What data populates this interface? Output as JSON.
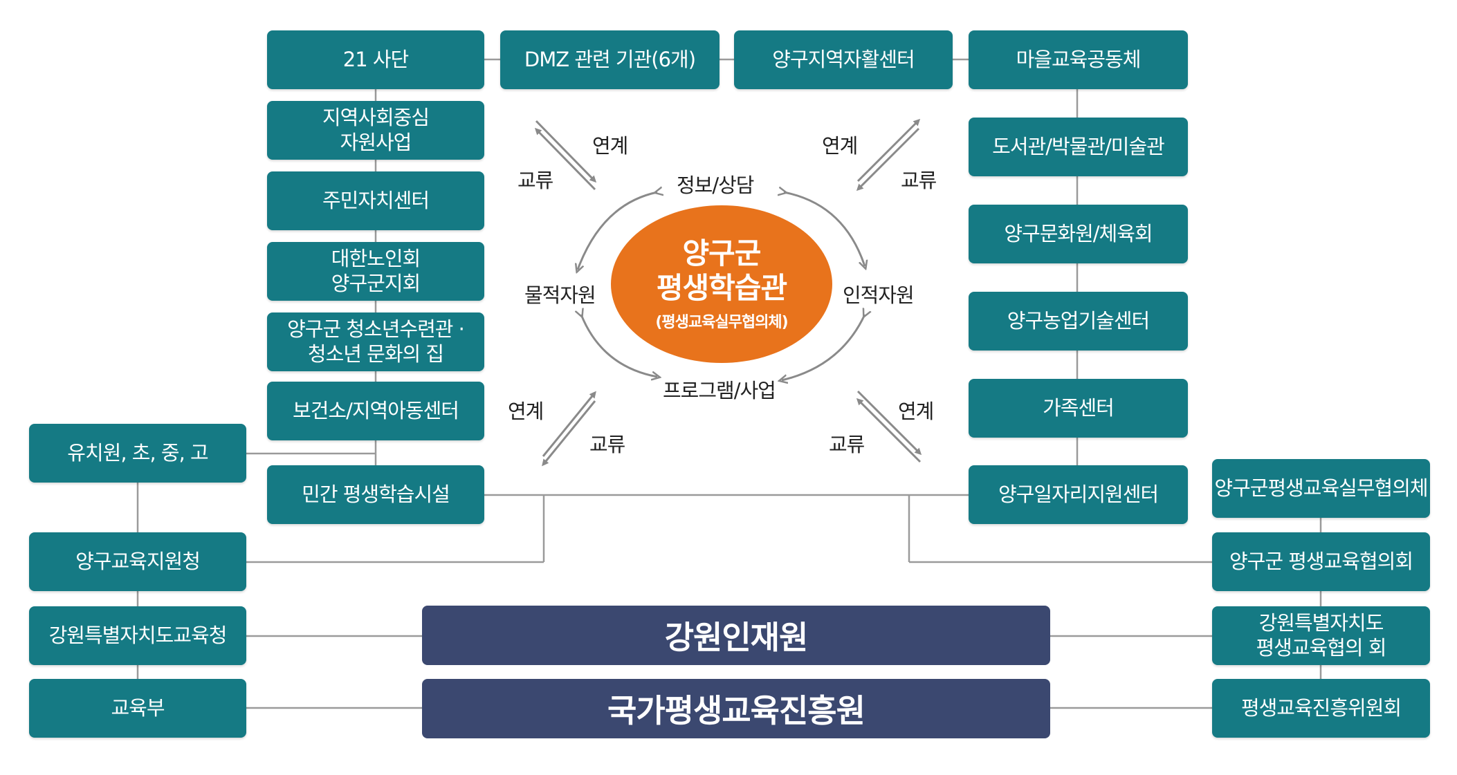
{
  "center": {
    "line1": "양구군",
    "line2": "평생학습관",
    "sub": "(평생교육실무협의체)"
  },
  "resources": {
    "top": "정보/상담",
    "left": "물적자원",
    "right": "인적자원",
    "bottom": "프로그램/사업"
  },
  "exchange": {
    "tl_link": "연계",
    "tl_exchange": "교류",
    "tr_link": "연계",
    "tr_exchange": "교류",
    "bl_link": "연계",
    "bl_exchange": "교류",
    "br_link": "연계",
    "br_exchange": "교류"
  },
  "top_row": [
    "21 사단",
    "DMZ 관련 기관(6개)",
    "양구지역자활센터",
    "마을교육공동체"
  ],
  "left_column": [
    [
      "지역사회중심",
      "자원사업"
    ],
    [
      "주민자치센터"
    ],
    [
      "대한노인회",
      "양구군지회"
    ],
    [
      "양구군 청소년수련관 ·",
      "청소년 문화의 집"
    ],
    [
      "보건소/지역아동센터"
    ],
    [
      "민간 평생학습시설"
    ]
  ],
  "right_column": [
    "도서관/박물관/미술관",
    "양구문화원/체육회",
    "양구농업기술센터",
    "가족센터",
    "양구일자리지원센터"
  ],
  "far_left": [
    "유치원, 초, 중, 고",
    "양구교육지원청",
    "강원특별자치도교육청",
    "교육부"
  ],
  "far_right": [
    [
      "양구군평생교육실무협의체"
    ],
    [
      "양구군 평생교육협의회"
    ],
    [
      "강원특별자치도",
      "평생교육협의 회"
    ],
    [
      "평생교육진흥위원회"
    ]
  ],
  "bottom_bars": [
    "강원인재원",
    "국가평생교육진흥원"
  ],
  "colors": {
    "teal": "#157a84",
    "navy": "#3b4870",
    "orange": "#e8731c",
    "line": "#999999",
    "arrow": "#8a8a8a"
  }
}
